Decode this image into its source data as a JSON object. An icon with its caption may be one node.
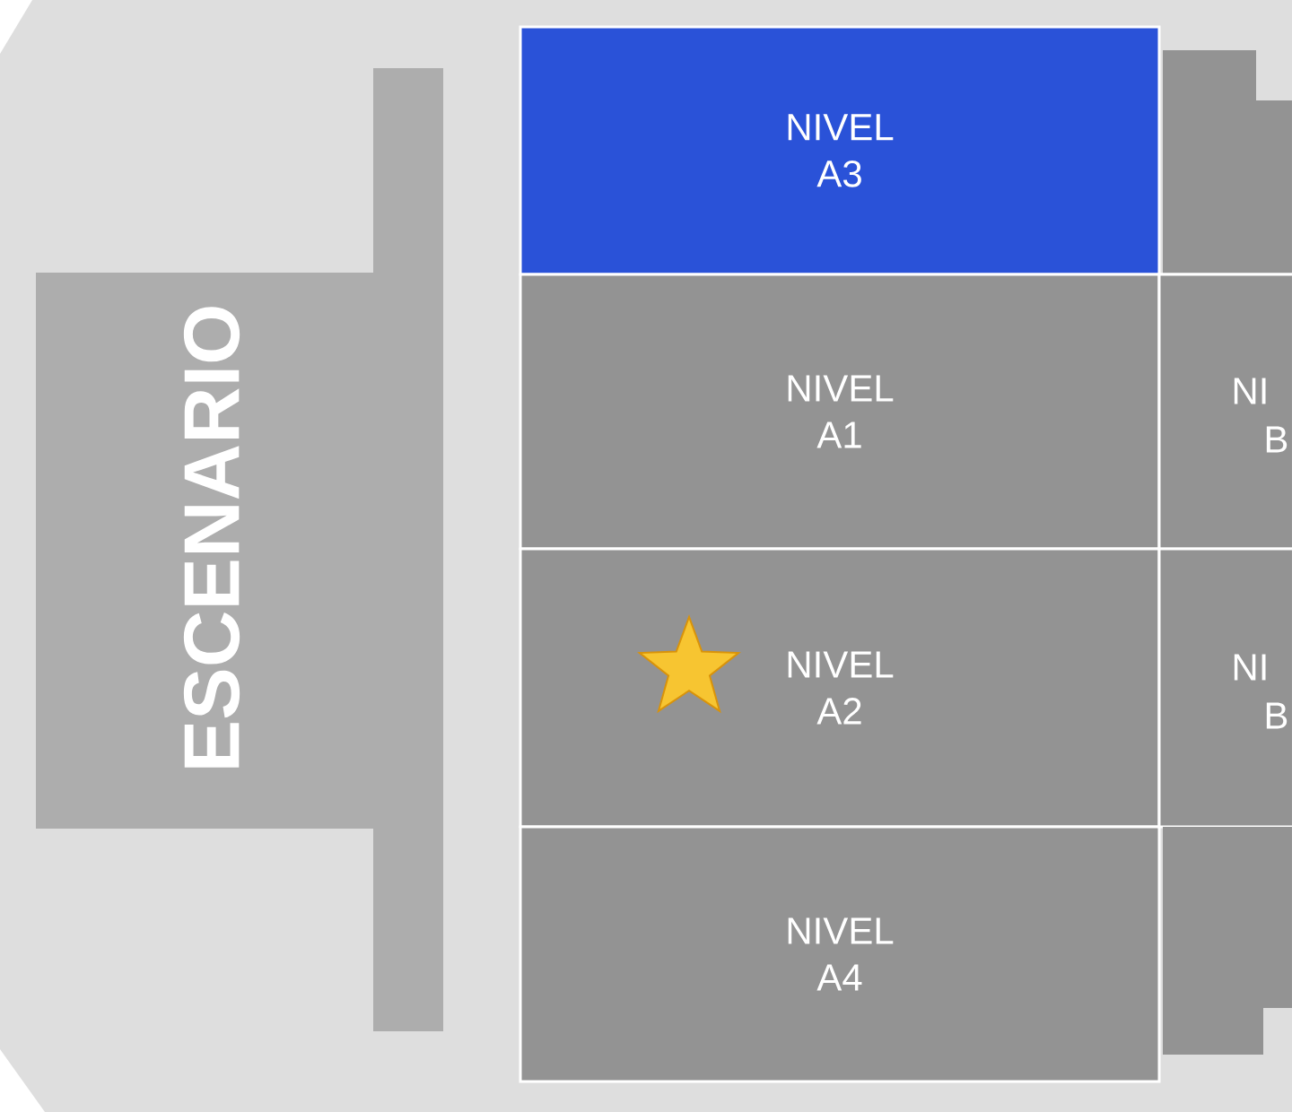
{
  "diagram": {
    "nodes": [
      {
        "text": [
          "ESCENARIO"
        ]
      },
      {
        "text": [
          "NIVEL",
          "A3"
        ]
      },
      {
        "text": [
          "NIVEL",
          "A1"
        ]
      },
      {
        "text": [
          "NIVEL",
          "A2"
        ]
      },
      {
        "text": [
          "NIVEL",
          "A4"
        ]
      },
      {
        "text": [],
        "shape": "box"
      },
      {
        "text": [
          "NI",
          "B"
        ]
      },
      {
        "text": [
          "NI",
          "B"
        ]
      },
      {
        "text": [],
        "shape": "box"
      }
    ]
  }
}
